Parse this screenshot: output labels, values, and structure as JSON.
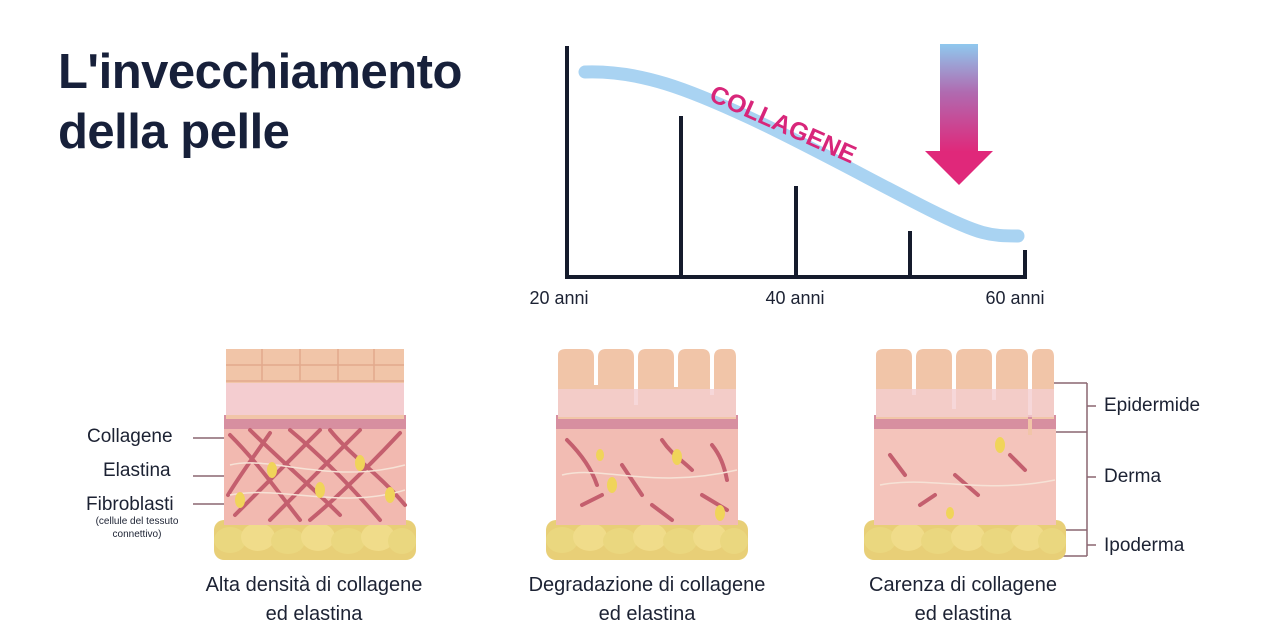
{
  "title": {
    "line1": "L'invecchiamento",
    "line2": "della pelle"
  },
  "graph": {
    "curve_label": "COLLAGENE",
    "x_ticks": [
      "20 anni",
      "40 anni",
      "60 anni"
    ],
    "colors": {
      "curve": "#a9d3f2",
      "label": "#d8267a",
      "axis": "#151b2c",
      "arrow_top": "#8fc8ee",
      "arrow_bottom": "#e0287a"
    }
  },
  "left_labels": {
    "collagene": "Collagene",
    "elastina": "Elastina",
    "fibroblasti": "Fibroblasti",
    "fibroblasti_note_1": "(cellule del tessuto",
    "fibroblasti_note_2": "connettivo)"
  },
  "right_labels": {
    "epidermide": "Epidermide",
    "derma": "Derma",
    "ipoderma": "Ipoderma"
  },
  "panels": [
    {
      "caption_line1": "Alta densità di collagene",
      "caption_line2": "ed elastina"
    },
    {
      "caption_line1": "Degradazione di collagene",
      "caption_line2": "ed elastina"
    },
    {
      "caption_line1": "Carenza di collagene",
      "caption_line2": "ed elastina"
    }
  ],
  "skin_colors": {
    "epidermis": "#f1c5a8",
    "dermis": "#f2b9b0",
    "fiber": "#c45f6e",
    "fat": "#e8cf77"
  }
}
